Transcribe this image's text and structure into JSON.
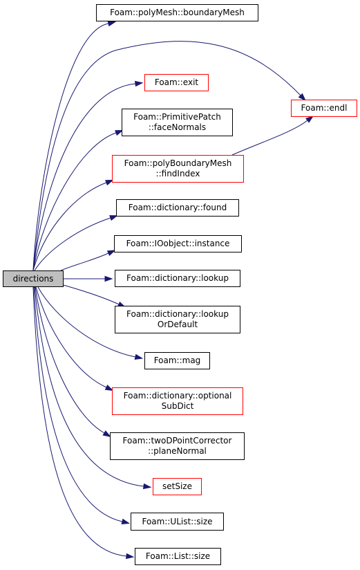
{
  "colors": {
    "edge": "#191970",
    "normal_border": "#000000",
    "truncated_border": "#ff0000",
    "root_fill": "#bfbfbf"
  },
  "root": {
    "label": "directions"
  },
  "nodes": [
    {
      "id": "boundaryMesh",
      "lines": [
        "Foam::polyMesh::boundaryMesh"
      ],
      "truncated": false
    },
    {
      "id": "exit",
      "lines": [
        "Foam::exit"
      ],
      "truncated": true
    },
    {
      "id": "endl",
      "lines": [
        "Foam::endl"
      ],
      "truncated": true
    },
    {
      "id": "faceNormals",
      "lines": [
        "Foam::PrimitivePatch",
        "::faceNormals"
      ],
      "truncated": false
    },
    {
      "id": "findIndex",
      "lines": [
        "Foam::polyBoundaryMesh",
        "::findIndex"
      ],
      "truncated": true
    },
    {
      "id": "found",
      "lines": [
        "Foam::dictionary::found"
      ],
      "truncated": false
    },
    {
      "id": "instance",
      "lines": [
        "Foam::IOobject::instance"
      ],
      "truncated": false
    },
    {
      "id": "lookup",
      "lines": [
        "Foam::dictionary::lookup"
      ],
      "truncated": false
    },
    {
      "id": "lookupOrDefault",
      "lines": [
        "Foam::dictionary::lookup",
        "OrDefault"
      ],
      "truncated": false
    },
    {
      "id": "mag",
      "lines": [
        "Foam::mag"
      ],
      "truncated": false
    },
    {
      "id": "optionalSubDict",
      "lines": [
        "Foam::dictionary::optional",
        "SubDict"
      ],
      "truncated": true
    },
    {
      "id": "planeNormal",
      "lines": [
        "Foam::twoDPointCorrector",
        "::planeNormal"
      ],
      "truncated": false
    },
    {
      "id": "setSize",
      "lines": [
        "setSize"
      ],
      "truncated": true
    },
    {
      "id": "usize",
      "lines": [
        "Foam::UList::size"
      ],
      "truncated": false
    },
    {
      "id": "lsize",
      "lines": [
        "Foam::List::size"
      ],
      "truncated": false
    }
  ],
  "edges": [
    [
      "root",
      "boundaryMesh"
    ],
    [
      "root",
      "endl"
    ],
    [
      "root",
      "exit"
    ],
    [
      "root",
      "faceNormals"
    ],
    [
      "root",
      "findIndex"
    ],
    [
      "root",
      "found"
    ],
    [
      "root",
      "instance"
    ],
    [
      "root",
      "lookup"
    ],
    [
      "root",
      "lookupOrDefault"
    ],
    [
      "root",
      "mag"
    ],
    [
      "root",
      "optionalSubDict"
    ],
    [
      "root",
      "planeNormal"
    ],
    [
      "root",
      "setSize"
    ],
    [
      "root",
      "usize"
    ],
    [
      "root",
      "lsize"
    ],
    [
      "findIndex",
      "endl"
    ]
  ]
}
